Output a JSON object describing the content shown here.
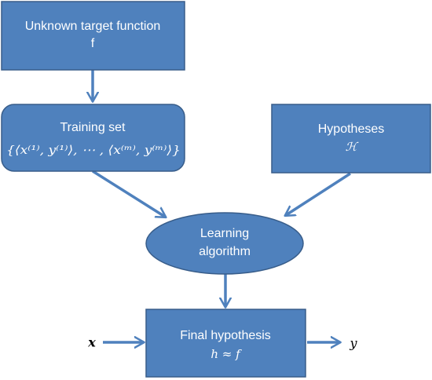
{
  "colors": {
    "box_fill": "#4f81bd",
    "box_border": "#385d8a",
    "arrow": "#4f81bd",
    "text_on_box": "#ffffff"
  },
  "target_function": {
    "title": "Unknown target function",
    "symbol": "f"
  },
  "training_set": {
    "title": "Training set",
    "formula": "{⟨x⁽¹⁾, y⁽¹⁾⟩, ⋯ , ⟨x⁽ᵐ⁾, y⁽ᵐ⁾⟩}"
  },
  "hypotheses": {
    "title": "Hypotheses",
    "symbol": "ℋ"
  },
  "learning_algorithm": {
    "line1": "Learning",
    "line2": "algorithm"
  },
  "final_hypothesis": {
    "title": "Final hypothesis",
    "formula": "h ≈ f"
  },
  "input_label": "x",
  "output_label": "y"
}
